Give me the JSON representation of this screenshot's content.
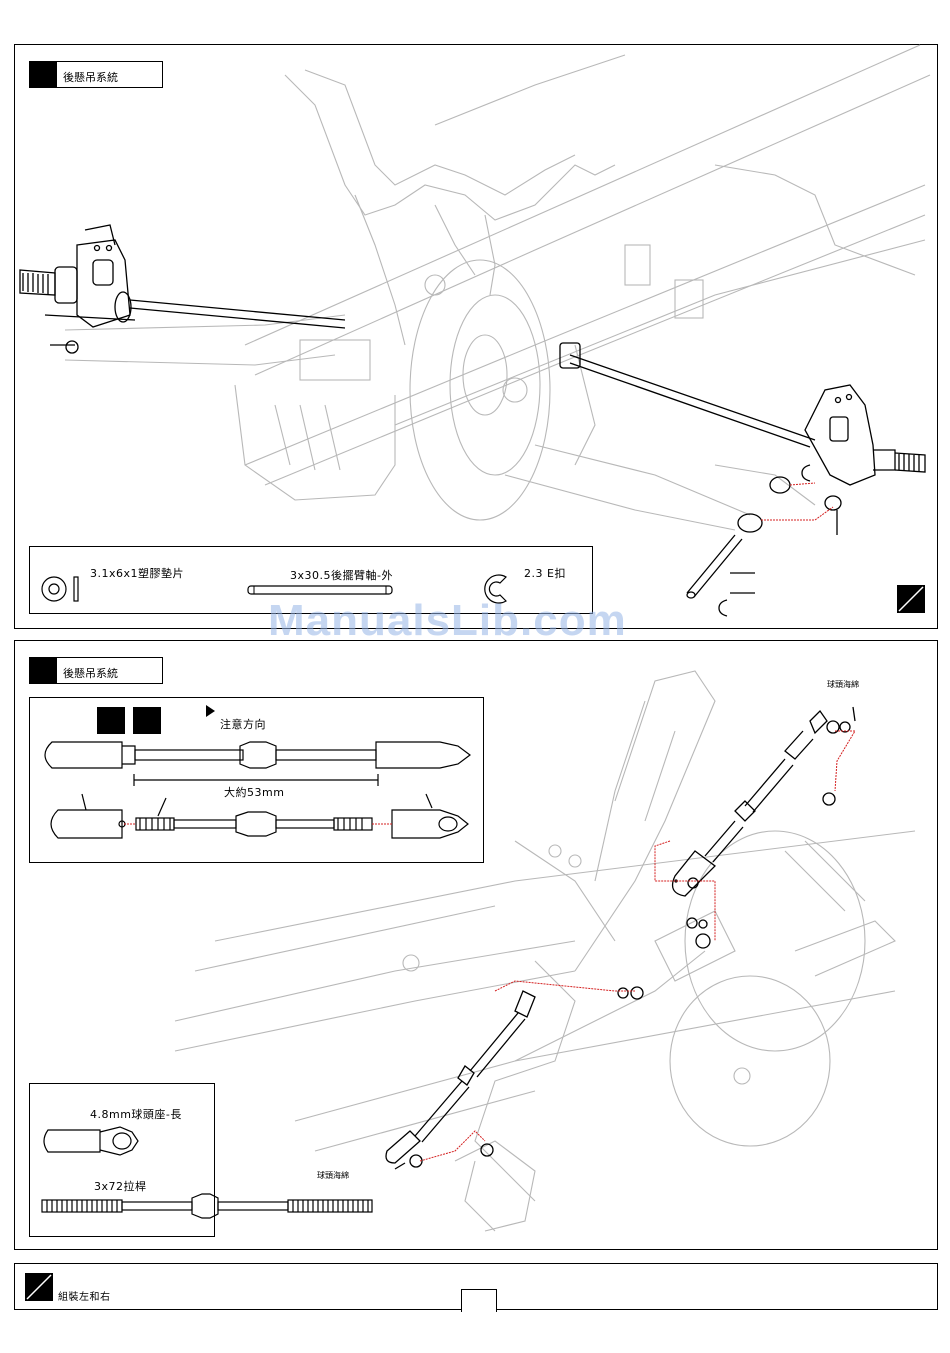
{
  "step1": {
    "title": "後懸吊系統",
    "parts": [
      {
        "label": "3.1x6x1塑膠墊片",
        "icon": "washer-icon"
      },
      {
        "label": "3x30.5後擺臂軸-外",
        "icon": "shaft-pin-icon"
      },
      {
        "label": "2.3 E扣",
        "icon": "e-clip-icon"
      }
    ]
  },
  "step2": {
    "title": "後懸吊系統",
    "detail": {
      "direction_note": "注意方向",
      "length_note": "大約53mm"
    },
    "parts": [
      {
        "label": "4.8mm球頭座-長",
        "icon": "ball-end-icon"
      },
      {
        "label": "3x72拉桿",
        "icon": "turnbuckle-icon"
      }
    ],
    "callouts": [
      "球頭海綿",
      "球頭海綿"
    ]
  },
  "footer": {
    "note": "組裝左和右"
  },
  "watermark": "ManualsLib.com",
  "colors": {
    "guide_line": "#d42020",
    "ink": "#000000",
    "watermark": "#96b4e6"
  }
}
